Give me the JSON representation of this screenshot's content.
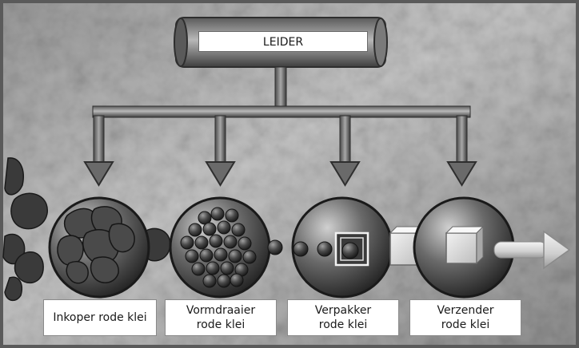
{
  "leader": {
    "label": "LEIDER"
  },
  "stations": [
    {
      "line1": "Inkoper rode klei",
      "line2": ""
    },
    {
      "line1": "Vormdraaier",
      "line2": "rode klei"
    },
    {
      "line1": "Verpakker",
      "line2": "rode klei"
    },
    {
      "line1": "Verzender",
      "line2": "rode klei"
    }
  ]
}
